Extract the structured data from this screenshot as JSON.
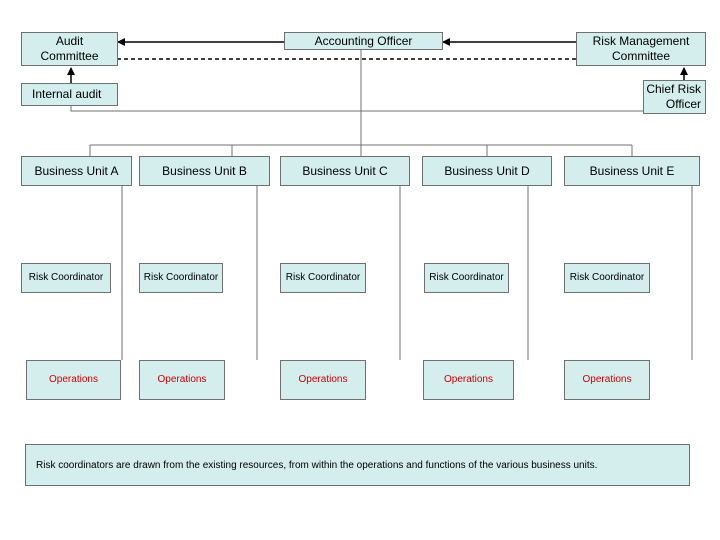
{
  "top": {
    "audit_committee": "Audit\nCommittee",
    "accounting_officer": "Accounting Officer",
    "risk_management_committee": "Risk Management\nCommittee",
    "internal_audit": "Internal audit",
    "chief_risk_officer": "Chief Risk\nOfficer"
  },
  "business_units": [
    {
      "name": "Business Unit A",
      "coordinator": "Risk Coordinator",
      "operations": "Operations"
    },
    {
      "name": "Business Unit B",
      "coordinator": "Risk Coordinator",
      "operations": "Operations"
    },
    {
      "name": "Business Unit C",
      "coordinator": "Risk Coordinator",
      "operations": "Operations"
    },
    {
      "name": "Business Unit D",
      "coordinator": "Risk Coordinator",
      "operations": "Operations"
    },
    {
      "name": "Business Unit E",
      "coordinator": "Risk Coordinator",
      "operations": "Operations"
    }
  ],
  "note": "Risk coordinators are drawn from the existing resources, from within the operations and functions of the various business units.",
  "colors": {
    "box_fill": "#d4eded",
    "box_border": "#707070",
    "operations_text": "#d00000"
  }
}
